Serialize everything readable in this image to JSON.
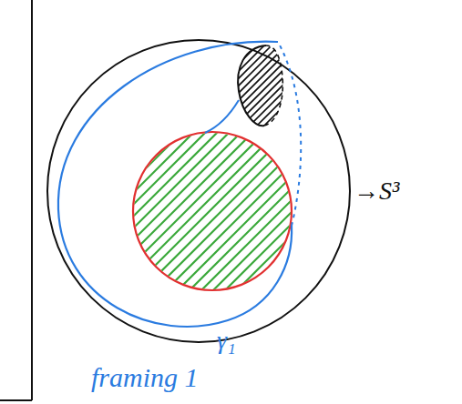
{
  "diagram": {
    "labels": [
      "→S³",
      "γ₁",
      "framing 1"
    ]
  }
}
